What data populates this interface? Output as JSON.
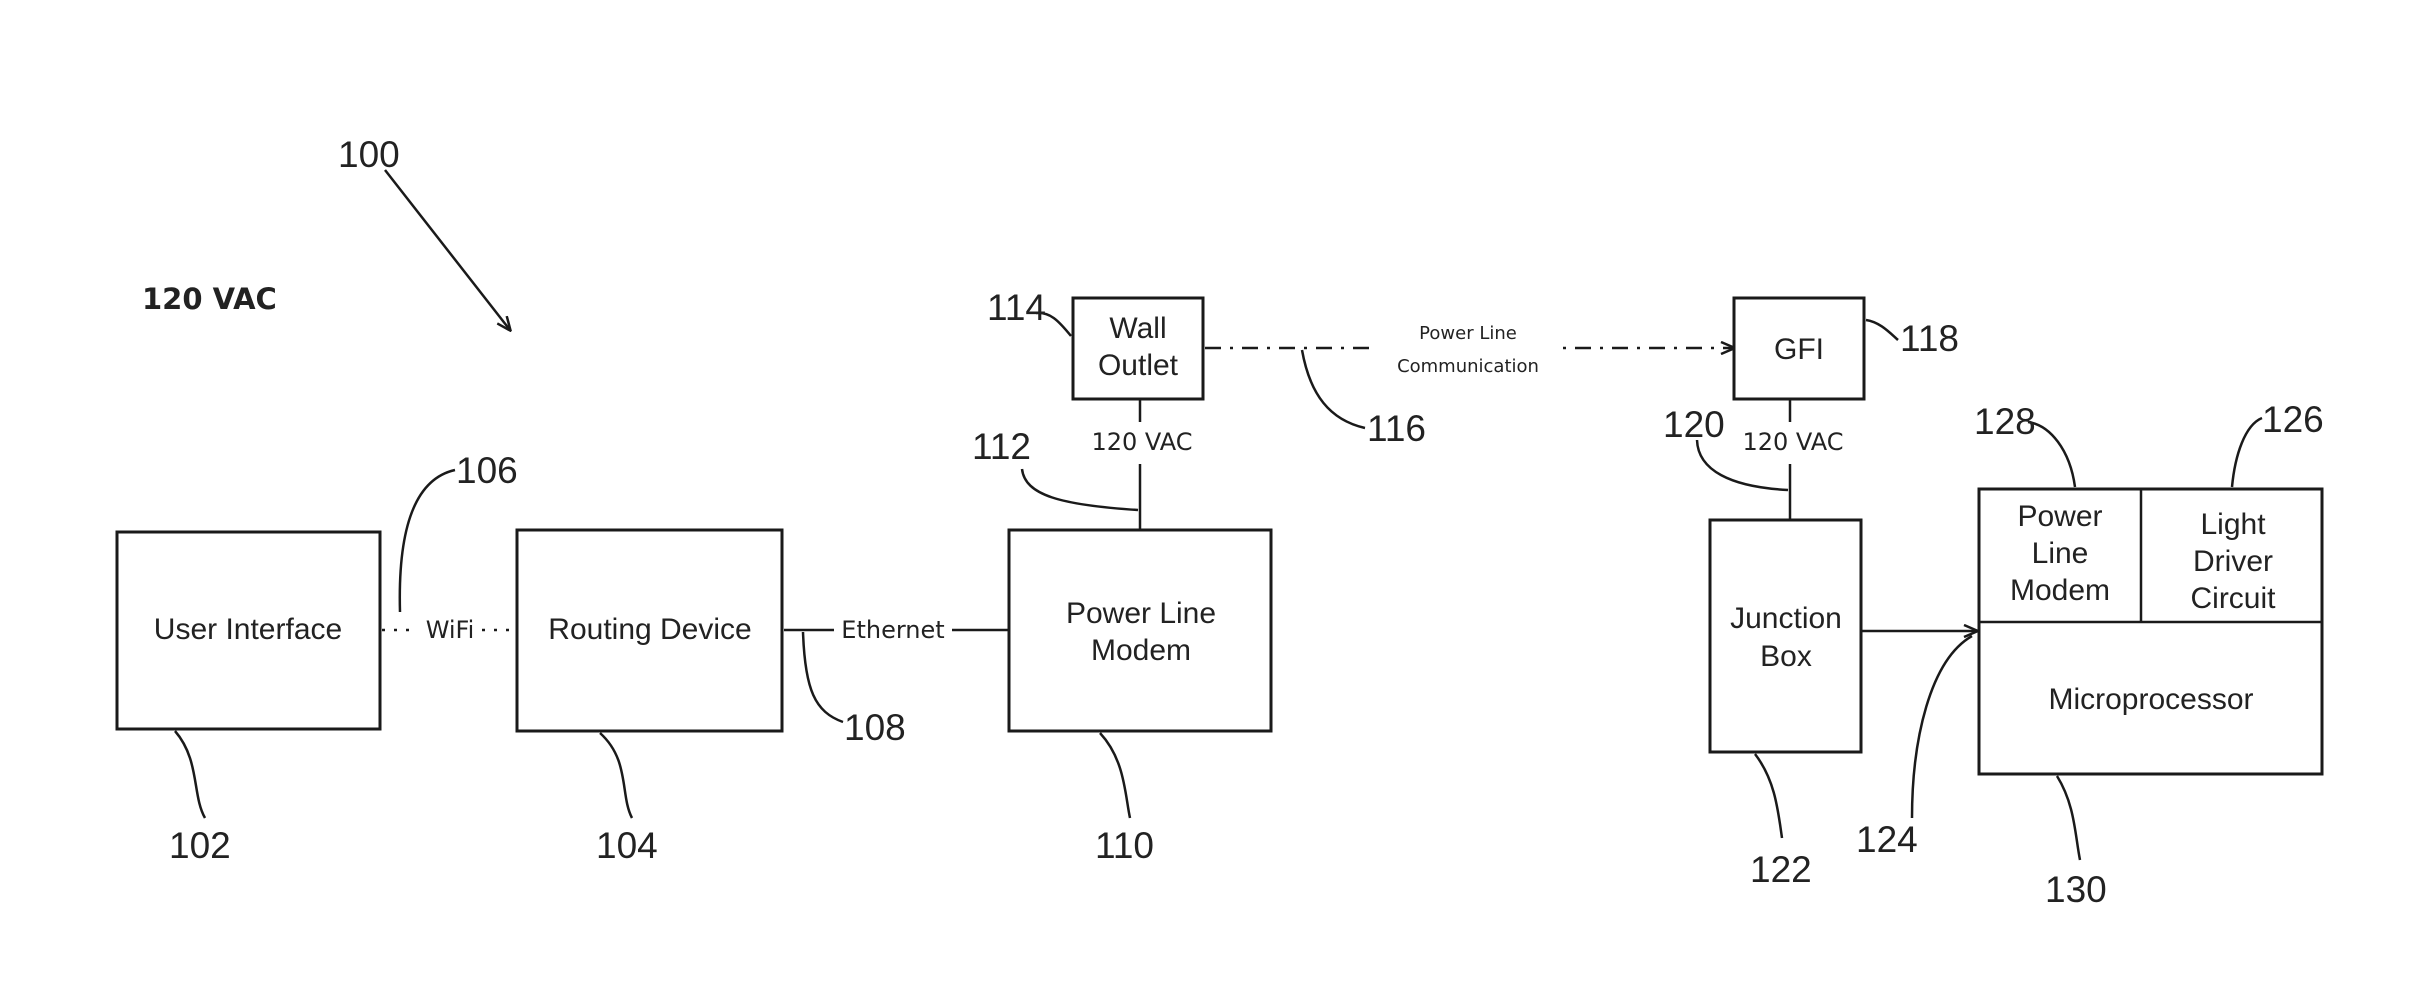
{
  "figure_ref": "100",
  "top_left_label": "120 VAC",
  "boxes": {
    "user_interface": {
      "label": "User Interface",
      "ref": "102"
    },
    "routing_device": {
      "label": "Routing Device",
      "ref": "104"
    },
    "power_line_modem": {
      "line1": "Power Line",
      "line2": "Modem",
      "ref": "110"
    },
    "wall_outlet": {
      "line1": "Wall",
      "line2": "Outlet",
      "ref": "114"
    },
    "gfi": {
      "label": "GFI",
      "ref": "118"
    },
    "junction_box": {
      "line1": "Junction",
      "line2": "Box",
      "ref": "122"
    },
    "module_power_line_modem": {
      "line1": "Power",
      "line2": "Line",
      "line3": "Modem",
      "ref": "128"
    },
    "light_driver_circuit": {
      "line1": "Light",
      "line2": "Driver",
      "line3": "Circuit",
      "ref": "126"
    },
    "microprocessor": {
      "label": "Microprocessor",
      "ref": "130"
    }
  },
  "connections": {
    "wifi": {
      "label": "WiFi",
      "ref": "106"
    },
    "ethernet": {
      "label": "Ethernet",
      "ref": "108"
    },
    "outlet_feed": {
      "label": "120 VAC",
      "ref": "112"
    },
    "power_line_communication": {
      "line1": "Power Line",
      "line2": "Communication",
      "ref": "116"
    },
    "gfi_feed": {
      "label": "120 VAC",
      "ref": "120"
    },
    "junction_to_module": {
      "ref": "124"
    }
  }
}
